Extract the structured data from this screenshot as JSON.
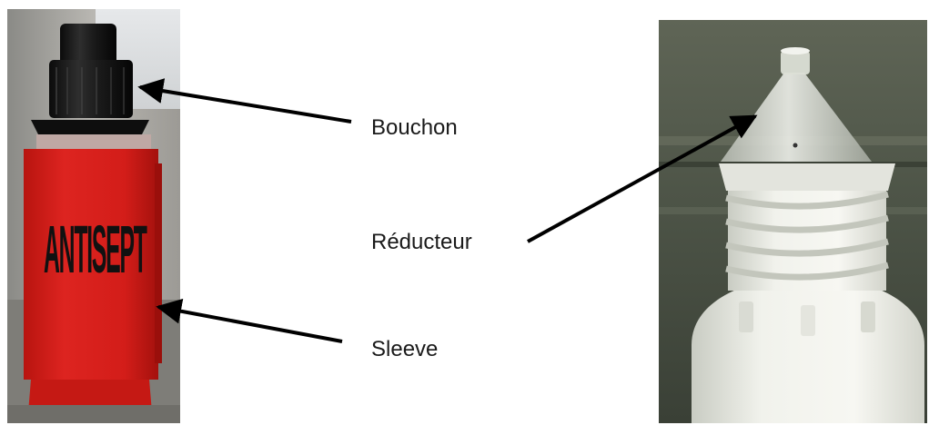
{
  "bottle": {
    "label_text": "ANTISEPT",
    "sleeve_color": "#d8201c",
    "cap_color": "#161616"
  },
  "labels": {
    "cap": "Bouchon",
    "reducer": "Réducteur",
    "sleeve": "Sleeve"
  },
  "colors": {
    "arrow": "#000000",
    "plastic": "#ececE6"
  }
}
